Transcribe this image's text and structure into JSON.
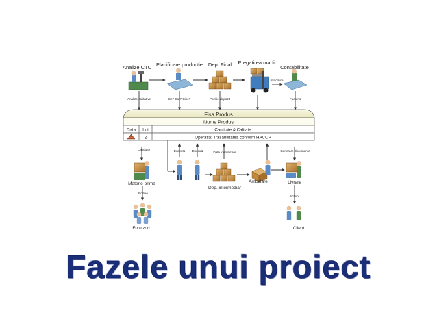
{
  "diagram": {
    "top_nodes": [
      {
        "id": "analize",
        "label": "Analize CTC",
        "edge_label": "Analize calitative",
        "icon": "microscope-worker-icon"
      },
      {
        "id": "planificare",
        "label": "Planificare productie",
        "edge_label": "Ce? Cat? Cine?",
        "icon": "planner-at-desk-icon"
      },
      {
        "id": "depfinal",
        "label": "Dep. Final",
        "edge_label": "Pozitie depozit",
        "icon": "stacked-boxes-icon"
      },
      {
        "id": "pregatire",
        "label": "Pregatirea marfii",
        "edge_label": "",
        "icon": "forklift-icon"
      },
      {
        "id": "contabilitate",
        "label": "Contabilitate",
        "edge_label": "Facturis",
        "icon": "accountant-at-desk-icon"
      }
    ],
    "forklift_arrow_label": "Intocmire",
    "header_title": "Fisa Produs",
    "name_row": "Nume Produs",
    "table": {
      "col_data": "Data",
      "col_lot": "Lot",
      "col_desc": "Cantitate & Calitate",
      "row_lot": "2",
      "row_desc": "Operatia: Trasabilitatea conform HACCP"
    },
    "bottom_edge_labels": {
      "cantitate": "Cantitate",
      "execut1": "Execut1",
      "execut2": "Execut2",
      "date_identificare": "Date identificare",
      "generare": "Generare documente",
      "pozitie": "Pozitie",
      "actiuni": "Actiuni"
    },
    "bottom_nodes": {
      "materie": "Materie prima",
      "depint": "Dep. intermediar",
      "ambalare": "Ambalare",
      "livrare": "Livrare",
      "furnizori": "Furnizori",
      "client": "Client"
    },
    "colors": {
      "header_fill": "#f1f0d2",
      "box_brown": "#c08a3e",
      "worker_blue": "#5b8bc4",
      "machine_green": "#4f8a4c",
      "title_blue": "#1b2e78"
    }
  },
  "slide": {
    "title": "Fazele unui proiect"
  }
}
